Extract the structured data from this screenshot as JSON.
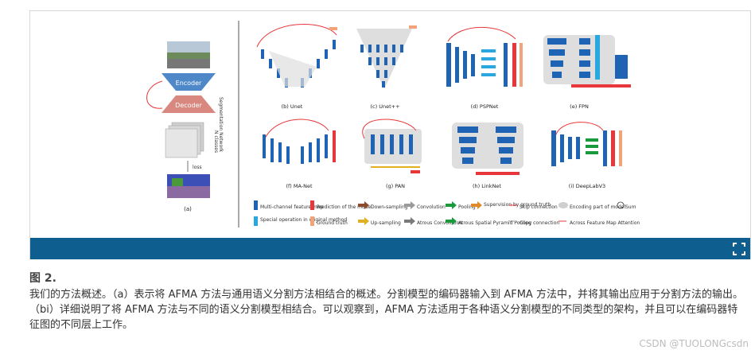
{
  "figure": {
    "panel_a": {
      "encoder": "Encoder",
      "decoder": "Decoder",
      "network": "Segmentation Network",
      "classes": "N classes",
      "loss": "loss",
      "label": "(a)"
    },
    "subfigures": [
      {
        "label": "(b) Unet"
      },
      {
        "label": "(c) Unet++"
      },
      {
        "label": "(d) PSPNet"
      },
      {
        "label": "(e) FPN"
      },
      {
        "label": "(f) MA-Net"
      },
      {
        "label": "(g) PAN"
      },
      {
        "label": "(h) LinkNet"
      },
      {
        "label": "(i) DeepLabV3"
      }
    ],
    "legend": [
      {
        "text": "Multi-channel feature map",
        "color": "#1f63b5"
      },
      {
        "text": "Prediction of the model",
        "color": "#e8373a"
      },
      {
        "text": "Down-sampling",
        "color": "#8b4a2c"
      },
      {
        "text": "Convolution",
        "color": "#9a9a9a"
      },
      {
        "text": "Pooling",
        "color": "#1a9a3c"
      },
      {
        "text": "Supervision by ground truth",
        "color": "#e08a2a"
      },
      {
        "text": "Skip connection",
        "color": "#e8373a"
      },
      {
        "text": "Encoding part of model",
        "color": "#cfcfcf"
      },
      {
        "text": "Sum",
        "color": "#333333"
      },
      {
        "text": "Special operation in original method",
        "color": "#29a8e0"
      },
      {
        "text": "Ground truth",
        "color": "#f2a37a"
      },
      {
        "text": "Up-sampling",
        "color": "#e0b020"
      },
      {
        "text": "Atrous Convolution",
        "color": "#7a7a7a"
      },
      {
        "text": "Atrous Spatial Pyramid Pooling",
        "color": "#1a9a3c"
      },
      {
        "text": "Copy connection",
        "color": "#999999"
      },
      {
        "text": "Across Feature Map Attention",
        "color": "#e8373a"
      }
    ]
  },
  "caption": {
    "label": "图 2.",
    "text": "我们的方法概述。（a）表示将 AFMA 方法与通用语义分割方法相结合的概述。分割模型的编码器输入到 AFMA 方法中，并将其输出应用于分割方法的输出。（bi）详细说明了将 AFMA 方法与不同的语义分割模型相结合。可以观察到，AFMA 方法适用于各种语义分割模型的不同类型的架构，并且可以在编码器特征图的不同层上工作。"
  },
  "watermark": "CSDN @TUOLONGcsdn"
}
